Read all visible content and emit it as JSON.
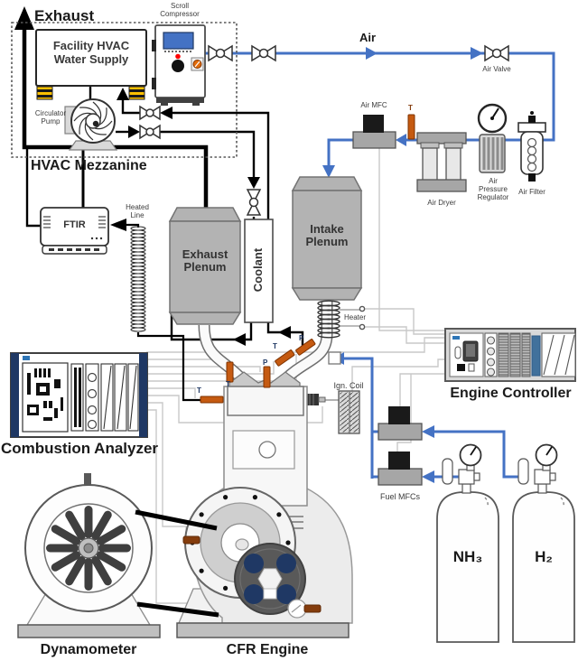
{
  "labels": {
    "exhaust": "Exhaust",
    "facility_line1": "Facility HVAC",
    "facility_line2": "Water Supply",
    "scroll_line1": "Scroll",
    "scroll_line2": "Compressor",
    "circulator_line1": "Circulator",
    "circulator_line2": "Pump",
    "hvac_mezzanine": "HVAC Mezzanine",
    "air": "Air",
    "air_valve": "Air Valve",
    "air_mfc": "Air MFC",
    "air_dryer": "Air Dryer",
    "apr_line1": "Air",
    "apr_line2": "Pressure",
    "apr_line3": "Regulator",
    "air_filter": "Air Filter",
    "ftir": "FTIR",
    "heated_line1": "Heated",
    "heated_line2": "Line",
    "exhaust_plenum_line1": "Exhaust",
    "exhaust_plenum_line2": "Plenum",
    "coolant": "Coolant",
    "intake_plenum_line1": "Intake",
    "intake_plenum_line2": "Plenum",
    "heater": "Heater",
    "combustion_analyzer": "Combustion Analyzer",
    "engine_controller": "Engine Controller",
    "ign_coil": "Ign. Coil",
    "fuel_mfcs": "Fuel MFCs",
    "nh3": "NH₃",
    "h2": "H₂",
    "dynamometer": "Dynamometer",
    "cfr_engine": "CFR Engine"
  },
  "sensors": {
    "t": "T",
    "p": "P"
  },
  "colors": {
    "line_blue": "#4472c4",
    "sensor_orange": "#c55a11",
    "sensor_label_navy": "#1f3864",
    "air_t_label_rust": "#843c0c",
    "controller_module_blue": "#41719c",
    "analyzer_rail_navy": "#1f3864"
  }
}
